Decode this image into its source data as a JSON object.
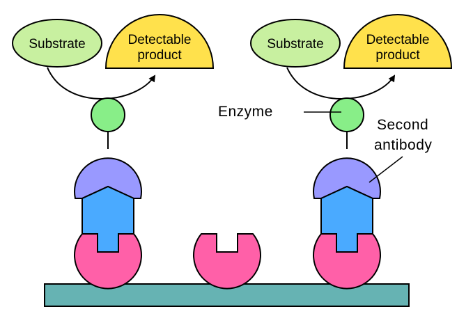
{
  "left_assembly": {
    "substrate_label": "Substrate",
    "product_label_line1": "Detectable",
    "product_label_line2": "product"
  },
  "right_assembly": {
    "substrate_label": "Substrate",
    "product_label_line1": "Detectable",
    "product_label_line2": "product"
  },
  "callouts": {
    "enzyme": "Enzyme",
    "second_antibody_line1": "Second",
    "second_antibody_line2": "antibody"
  },
  "colors": {
    "substrate": "#c8f0a0",
    "product": "#ffe14c",
    "enzyme": "#88ee88",
    "second_antibody": "#9999ff",
    "antigen": "#4aaaff",
    "capture_antibody": "#ff60a8",
    "surface": "#66b3b3",
    "outline": "#000000"
  }
}
